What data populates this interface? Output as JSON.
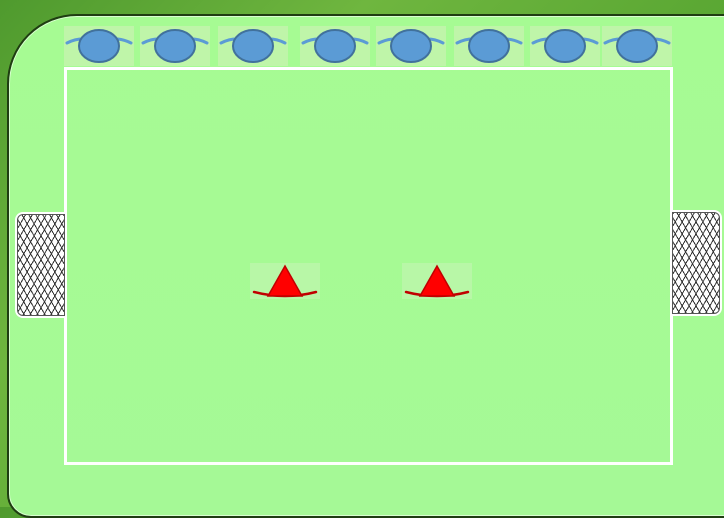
{
  "colors": {
    "field": "#a6fb93",
    "opponent": "#5b9bd5",
    "player": "#ff0000",
    "lines": "#ffffff"
  },
  "pieces": {
    "opponents": [
      {
        "id": "blue-1"
      },
      {
        "id": "blue-2"
      },
      {
        "id": "blue-3"
      },
      {
        "id": "blue-4"
      },
      {
        "id": "blue-5"
      },
      {
        "id": "blue-6"
      },
      {
        "id": "blue-7"
      },
      {
        "id": "blue-8"
      }
    ],
    "players": [
      {
        "id": "red-1"
      },
      {
        "id": "red-2"
      }
    ]
  },
  "icons": {
    "opponent": "blue-player-icon",
    "player": "red-cone-icon",
    "goal": "goal-net-icon"
  }
}
